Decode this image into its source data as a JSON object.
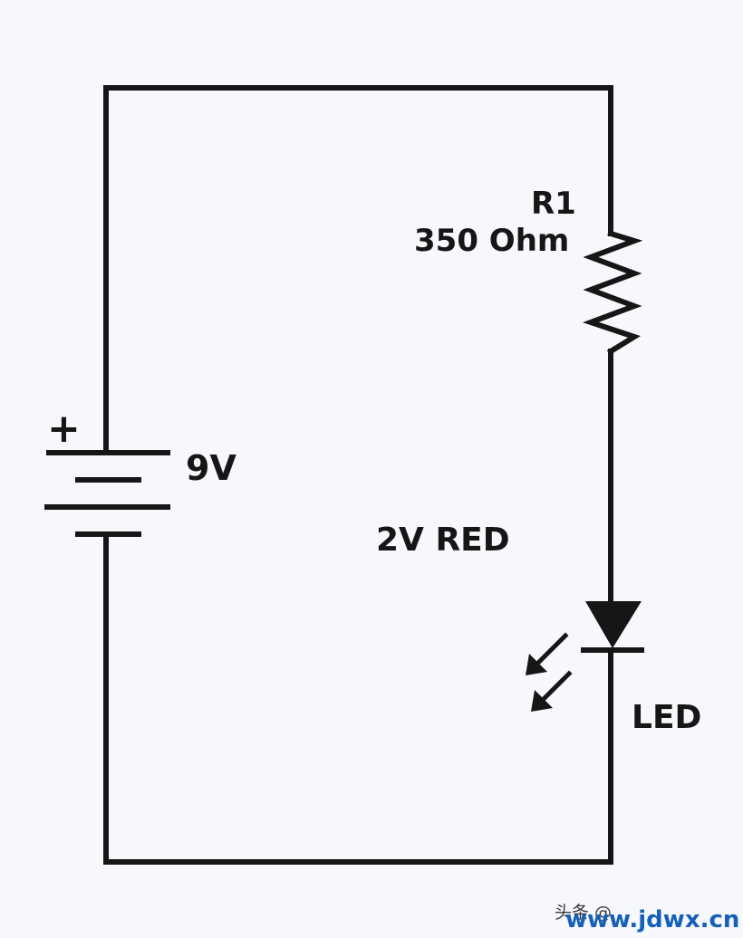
{
  "components": {
    "battery": {
      "voltage_label": "9V",
      "plus_symbol": "+"
    },
    "resistor": {
      "name_label": "R1",
      "value_label": "350 Ohm"
    },
    "led": {
      "spec_label": "2V RED",
      "type_label": "LED"
    }
  },
  "watermark": {
    "source_text": "头条 @",
    "url_text": "www.jdwx.cn"
  },
  "colors": {
    "ink": "#161616",
    "background": "#f7f8fc",
    "watermark_url": "#1560b8"
  }
}
